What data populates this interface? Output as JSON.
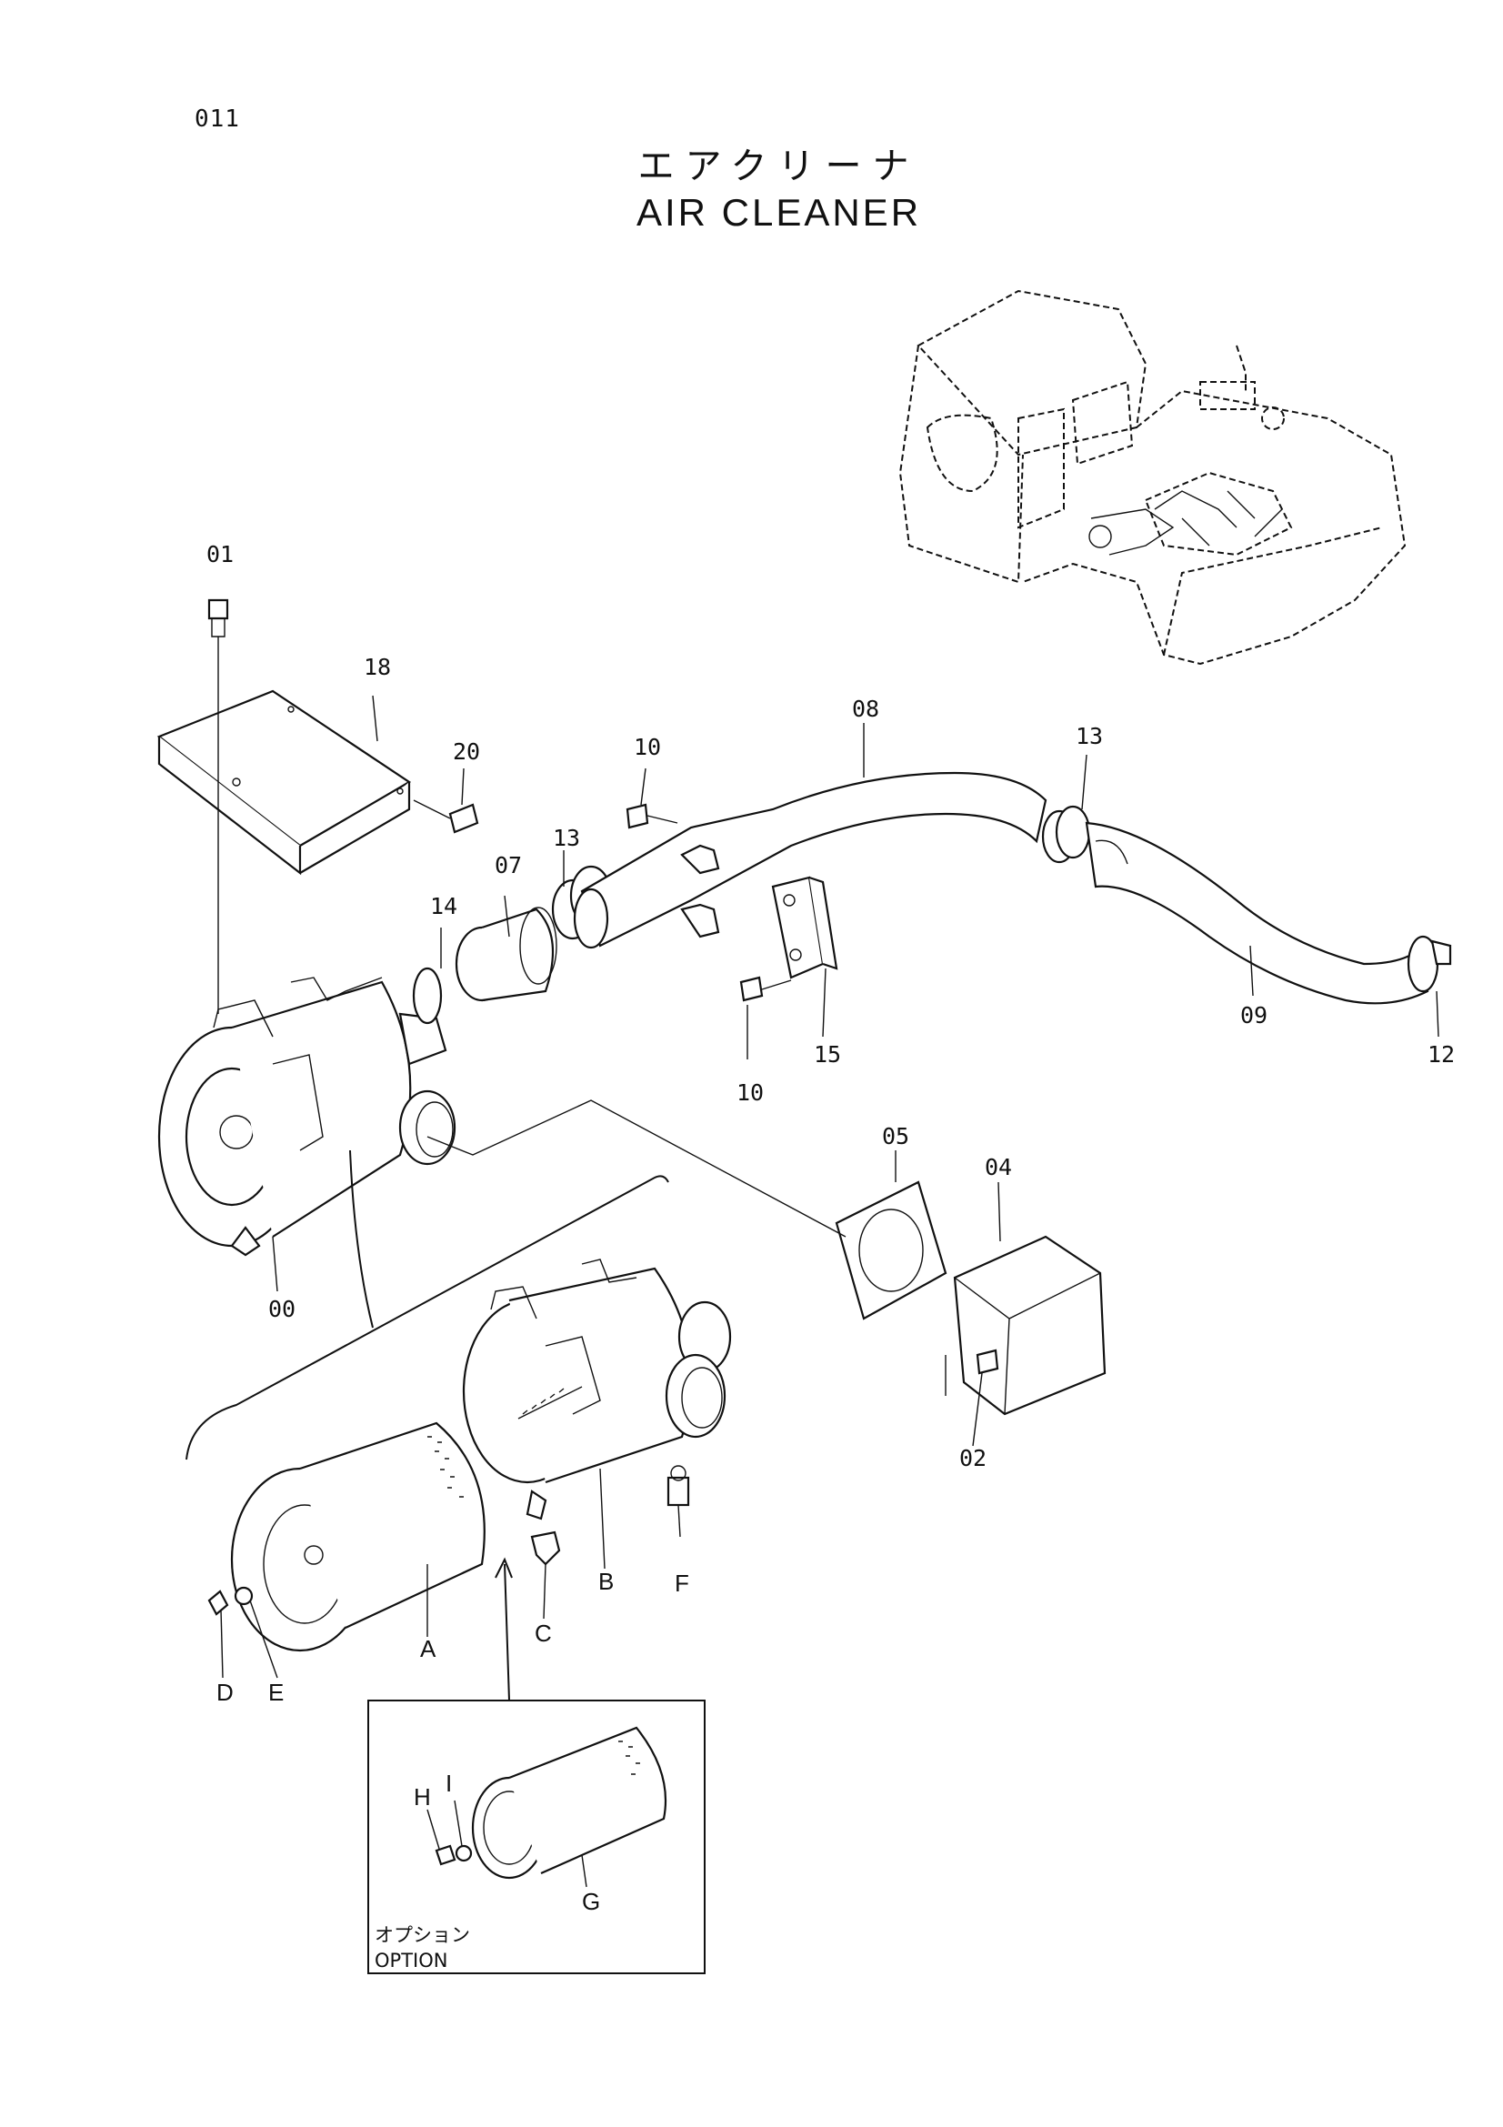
{
  "page": {
    "number": "011",
    "title_jp": "エアクリーナ",
    "title_en": "AIR CLEANER"
  },
  "callouts": {
    "c01": "01",
    "c18": "18",
    "c20": "20",
    "c10a": "10",
    "c08": "08",
    "c13a": "13",
    "c13b": "13",
    "c07": "07",
    "c14": "14",
    "c15": "15",
    "c10b": "10",
    "c09": "09",
    "c12": "12",
    "c00": "00",
    "c05": "05",
    "c04": "04",
    "c02": "02",
    "cA": "A",
    "cB": "B",
    "cC": "C",
    "cD": "D",
    "cE": "E",
    "cF": "F",
    "cG": "G",
    "cH": "H",
    "cI": "I"
  },
  "option_box": {
    "label_jp": "オプション",
    "label_en": "OPTION"
  }
}
